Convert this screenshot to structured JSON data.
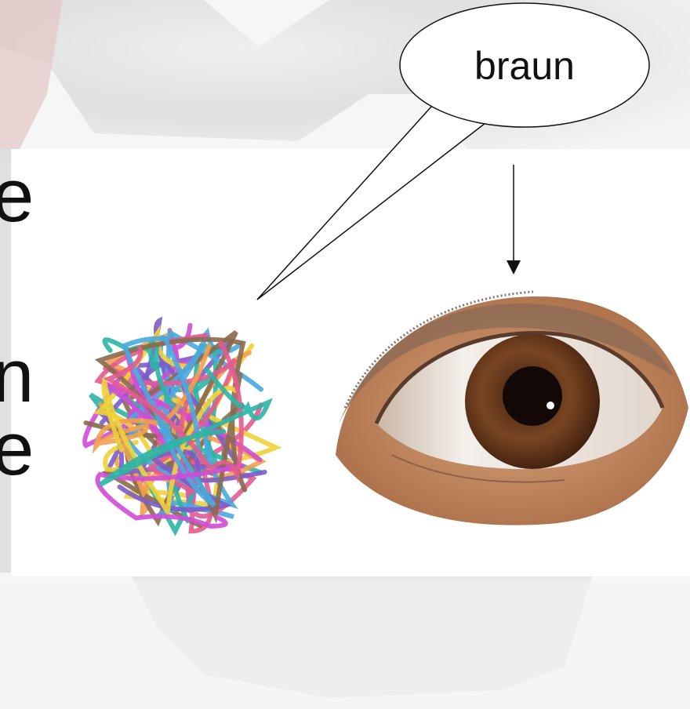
{
  "speech_bubble": {
    "text": "braun"
  },
  "partial_text_left": {
    "line1": "e",
    "line2": "n",
    "line3": "e"
  },
  "colors": {
    "panel": "#ffffff",
    "iris": "#6b3a1c",
    "pupil": "#120805",
    "skin": "#c89068"
  },
  "tangle_colors": [
    "#e35b8f",
    "#2bb5a6",
    "#f2a04e",
    "#7c5cc9",
    "#8a6a4e",
    "#f0d23a",
    "#4aa8e0",
    "#d24bd6"
  ],
  "icons": [
    "speech-bubble",
    "arrow-down",
    "tangled-threads",
    "brown-eye"
  ]
}
